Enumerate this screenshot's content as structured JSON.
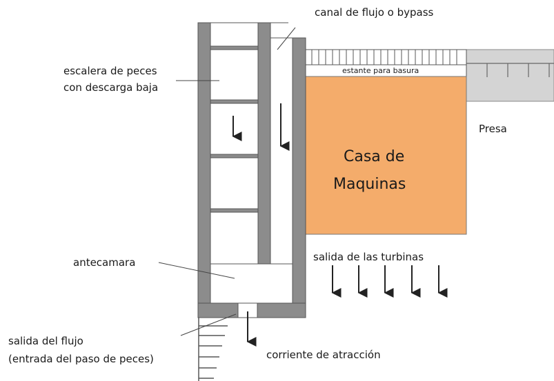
{
  "labels": {
    "bypass_channel": "canal de flujo o bypass",
    "fish_ladder_line1": "escalera de peces",
    "fish_ladder_line2": "con descarga baja",
    "trash_rack": "estante para basura",
    "dam": "Presa",
    "powerhouse_line1": "Casa de",
    "powerhouse_line2": "Maquinas",
    "antechamber": "antecamara",
    "turbine_outlet": "salida de las turbinas",
    "flow_outlet_line1": "salida del flujo",
    "flow_outlet_line2": "(entrada del paso de peces)",
    "attraction_current": "corriente de atracción"
  },
  "colors": {
    "wall": "#8c8c8c",
    "powerhouse": "#f4ac6b",
    "dam": "#d4d4d4",
    "outline": "#444444"
  }
}
